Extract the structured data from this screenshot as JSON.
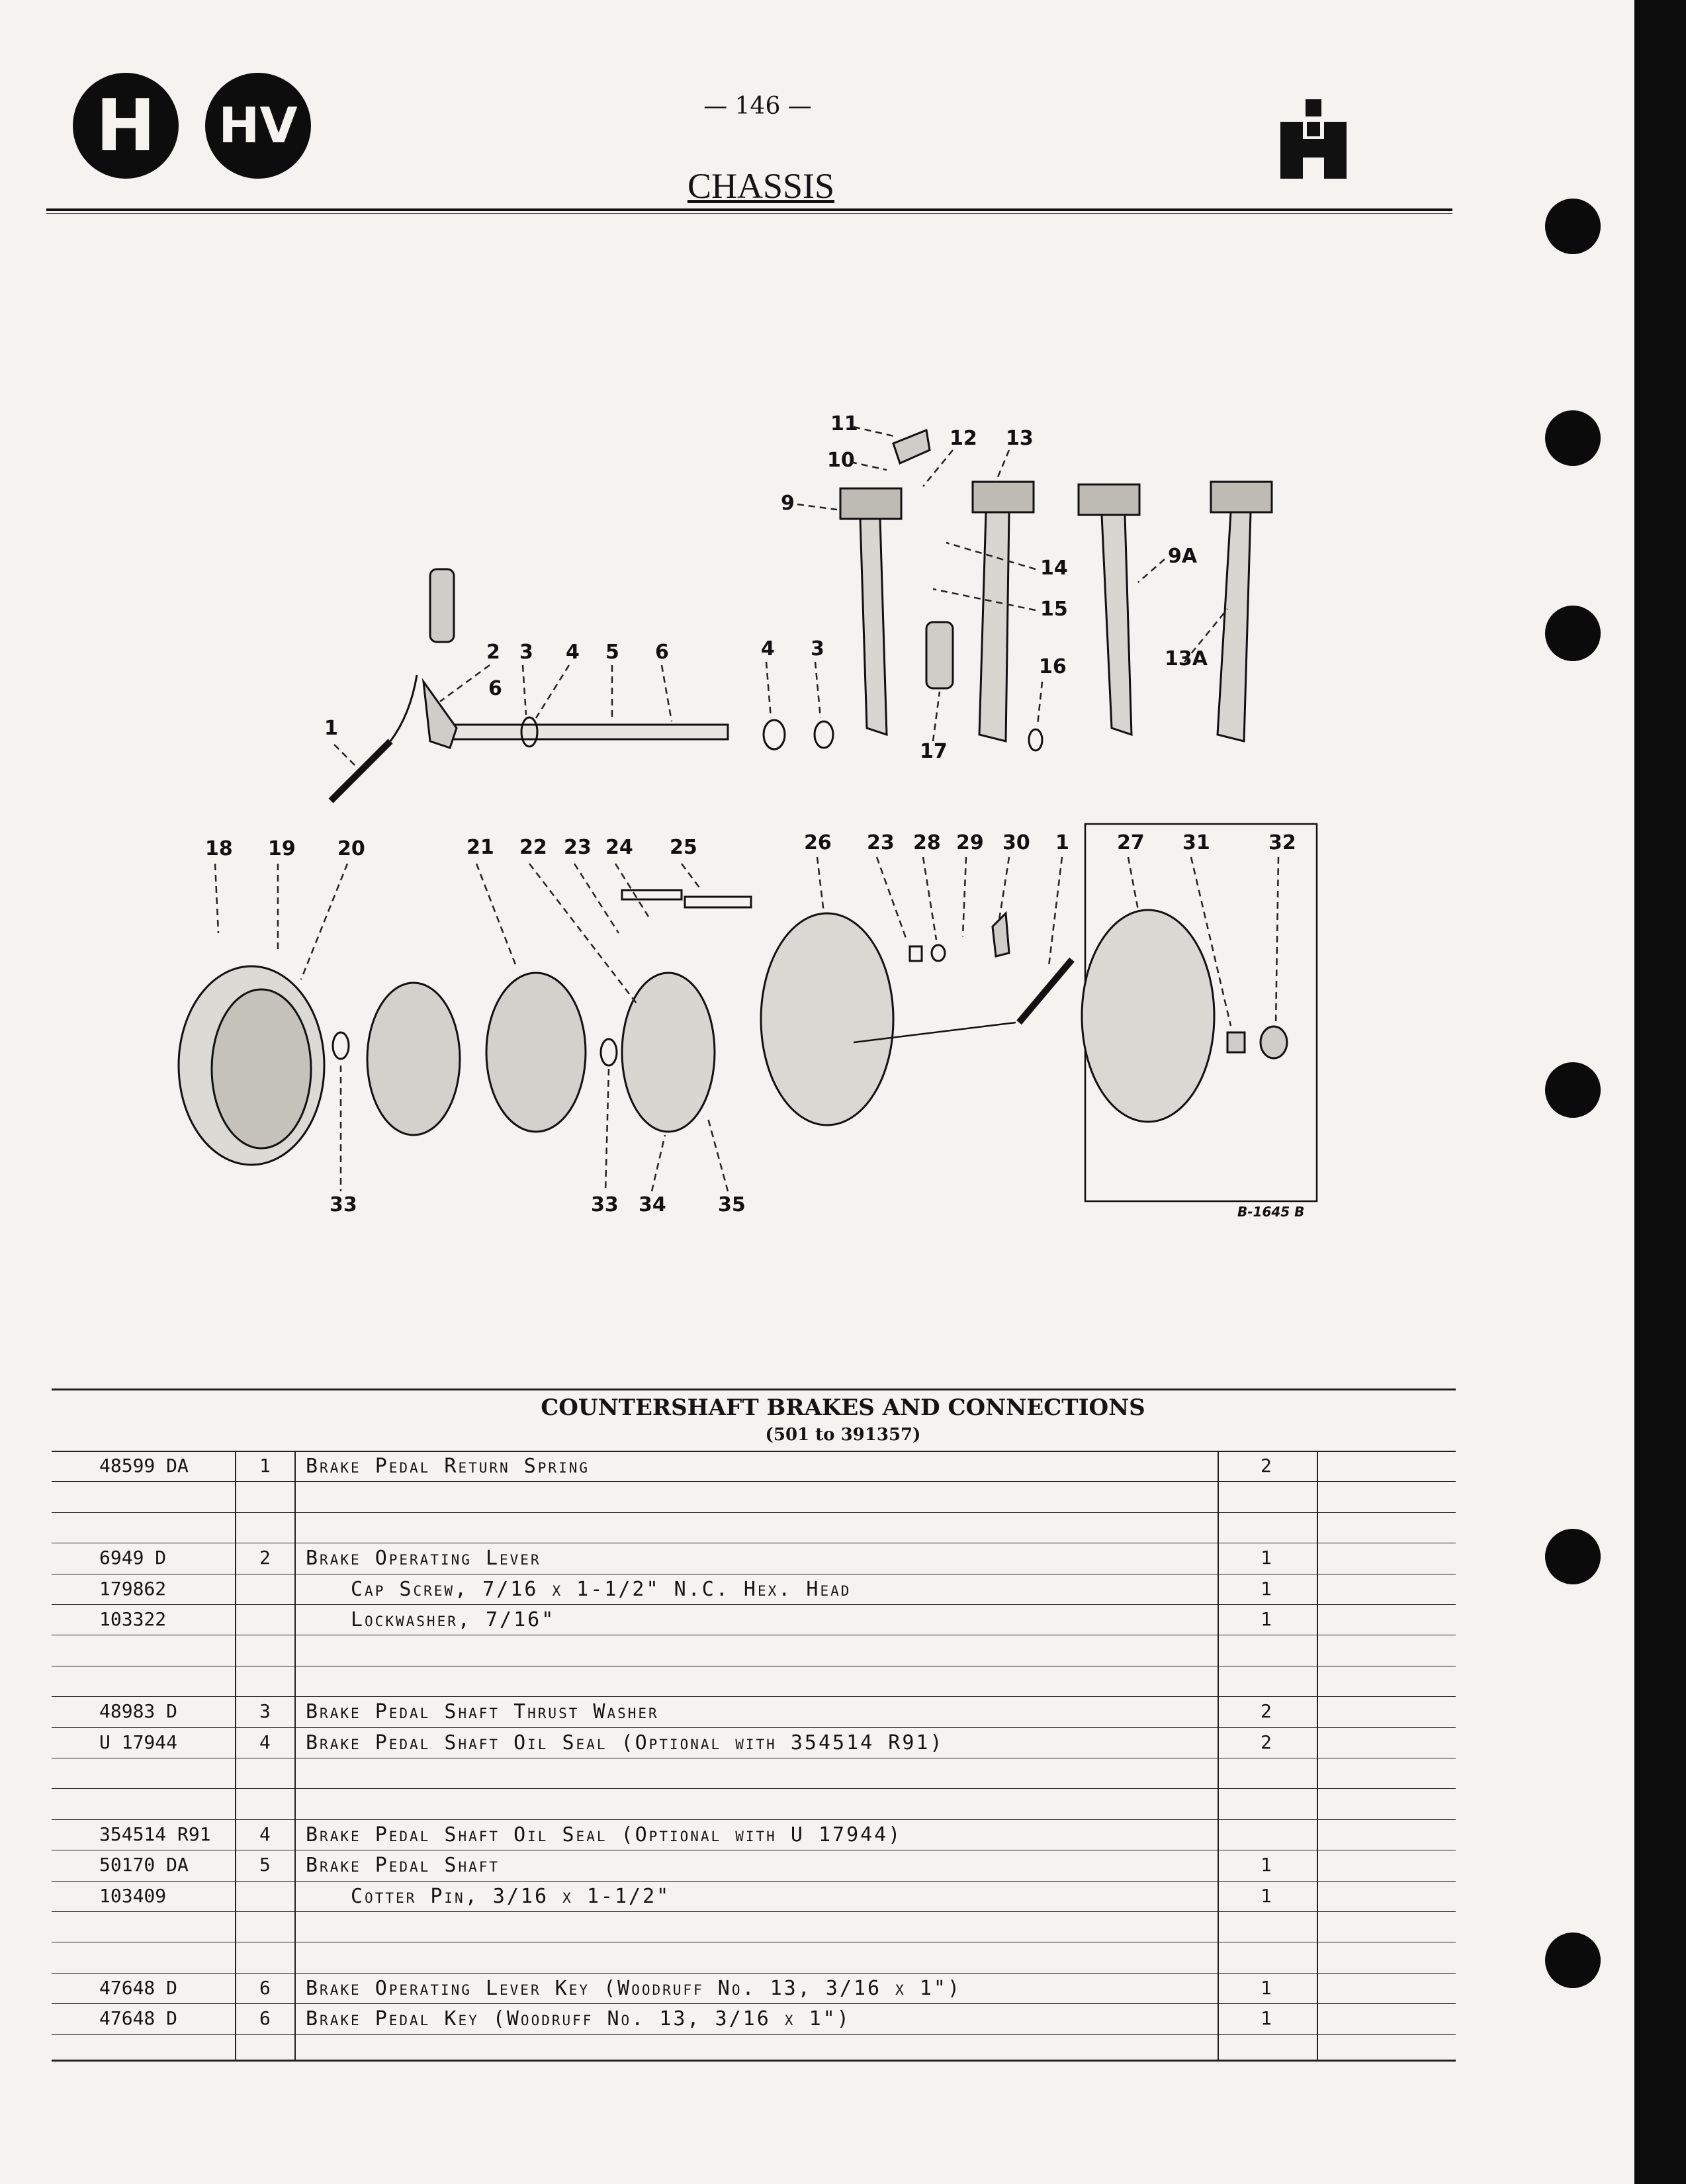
{
  "header": {
    "badge_left": "H",
    "badge_right": "HV",
    "page_number": "— 146 —",
    "title": "CHASSIS"
  },
  "figure": {
    "code": "B-1645 B",
    "callouts": [
      "1",
      "2",
      "3",
      "4",
      "5",
      "6",
      "6",
      "4",
      "3",
      "9",
      "10",
      "11",
      "12",
      "13",
      "14",
      "15",
      "16",
      "17",
      "9A",
      "13A",
      "18",
      "19",
      "20",
      "21",
      "22",
      "23",
      "24",
      "25",
      "26",
      "23",
      "28",
      "29",
      "30",
      "1",
      "27",
      "31",
      "32",
      "33",
      "33",
      "34",
      "35"
    ]
  },
  "section": {
    "title": "COUNTERSHAFT BRAKES AND CONNECTIONS",
    "subtitle": "(501 to 391357)"
  },
  "rows": [
    {
      "part": "48599 DA",
      "ref": "1",
      "desc": "Brake Pedal Return Spring",
      "qty": "2"
    },
    {
      "part": "",
      "ref": "",
      "desc": "",
      "qty": ""
    },
    {
      "part": "",
      "ref": "",
      "desc": "",
      "qty": ""
    },
    {
      "part": "6949 D",
      "ref": "2",
      "desc": "Brake Operating Lever",
      "qty": "1"
    },
    {
      "part": "179862",
      "ref": "",
      "desc": "Cap Screw, 7/16 x 1-1/2\" N.C. Hex. Head",
      "qty": "1",
      "indent": true
    },
    {
      "part": "103322",
      "ref": "",
      "desc": "Lockwasher, 7/16\"",
      "qty": "1",
      "indent": true
    },
    {
      "part": "",
      "ref": "",
      "desc": "",
      "qty": ""
    },
    {
      "part": "",
      "ref": "",
      "desc": "",
      "qty": ""
    },
    {
      "part": "48983 D",
      "ref": "3",
      "desc": "Brake Pedal Shaft Thrust Washer",
      "qty": "2"
    },
    {
      "part": "U 17944",
      "ref": "4",
      "desc": "Brake Pedal Shaft Oil Seal (Optional with 354514 R91)",
      "qty": "2"
    },
    {
      "part": "",
      "ref": "",
      "desc": "",
      "qty": ""
    },
    {
      "part": "",
      "ref": "",
      "desc": "",
      "qty": ""
    },
    {
      "part": "354514 R91",
      "ref": "4",
      "desc": "Brake Pedal Shaft Oil Seal (Optional with U 17944)",
      "qty": ""
    },
    {
      "part": "50170 DA",
      "ref": "5",
      "desc": "Brake Pedal Shaft",
      "qty": "1"
    },
    {
      "part": "103409",
      "ref": "",
      "desc": "Cotter Pin, 3/16 x 1-1/2\"",
      "qty": "1",
      "indent": true
    },
    {
      "part": "",
      "ref": "",
      "desc": "",
      "qty": ""
    },
    {
      "part": "",
      "ref": "",
      "desc": "",
      "qty": ""
    },
    {
      "part": "47648 D",
      "ref": "6",
      "desc": "Brake Operating Lever Key (Woodruff No. 13, 3/16 x 1\")",
      "qty": "1"
    },
    {
      "part": "47648 D",
      "ref": "6",
      "desc": "Brake Pedal Key (Woodruff No. 13, 3/16 x 1\")",
      "qty": "1"
    }
  ]
}
